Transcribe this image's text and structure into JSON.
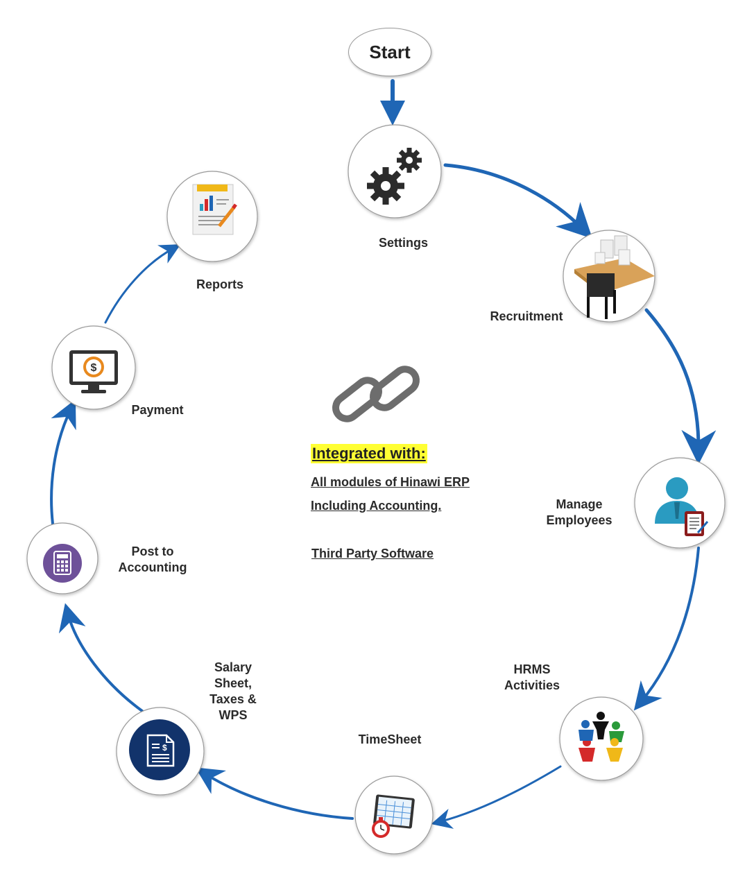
{
  "start": {
    "label": "Start"
  },
  "colors": {
    "arrow": "#1f66b5",
    "node_border": "#9a9a9a",
    "highlight": "#ffff33"
  },
  "steps": [
    {
      "id": "settings",
      "label": "Settings",
      "icon": "gears-icon"
    },
    {
      "id": "recruitment",
      "label": "Recruitment",
      "icon": "interview-chairs-icon"
    },
    {
      "id": "manage-employees",
      "label_lines": [
        "Manage",
        "Employees"
      ],
      "icon": "employee-profile-icon"
    },
    {
      "id": "hrms-activities",
      "label_lines": [
        "HRMS",
        "Activities"
      ],
      "icon": "team-circle-icon"
    },
    {
      "id": "timesheet",
      "label": "TimeSheet",
      "icon": "timesheet-stopwatch-icon"
    },
    {
      "id": "salary-sheet",
      "label_lines": [
        "Salary",
        "Sheet,",
        "Taxes &",
        "WPS"
      ],
      "icon": "salary-document-icon"
    },
    {
      "id": "post-to-accounting",
      "label_lines": [
        "Post to",
        "Accounting"
      ],
      "icon": "calculator-icon"
    },
    {
      "id": "payment",
      "label": "Payment",
      "icon": "monitor-dollar-icon"
    },
    {
      "id": "reports",
      "label": "Reports",
      "icon": "report-chart-icon"
    }
  ],
  "center": {
    "icon": "chain-link-icon",
    "title": "Integrated with:",
    "line1": "All modules of Hinawi ERP",
    "line2": "Including Accounting.",
    "line3": "Third Party Software"
  }
}
